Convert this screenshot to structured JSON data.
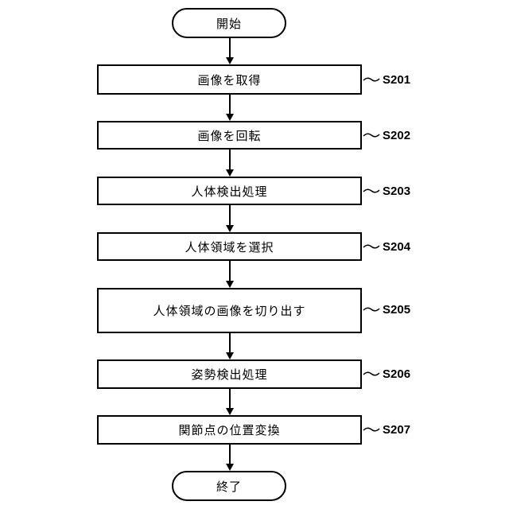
{
  "start_label": "開始",
  "end_label": "終了",
  "steps": [
    {
      "id": "S201",
      "label": "画像を取得"
    },
    {
      "id": "S202",
      "label": "画像を回転"
    },
    {
      "id": "S203",
      "label": "人体検出処理"
    },
    {
      "id": "S204",
      "label": "人体領域を選択"
    },
    {
      "id": "S205",
      "label": "人体領域の画像を切り出す"
    },
    {
      "id": "S206",
      "label": "姿勢検出処理"
    },
    {
      "id": "S207",
      "label": "関節点の位置変換"
    }
  ]
}
